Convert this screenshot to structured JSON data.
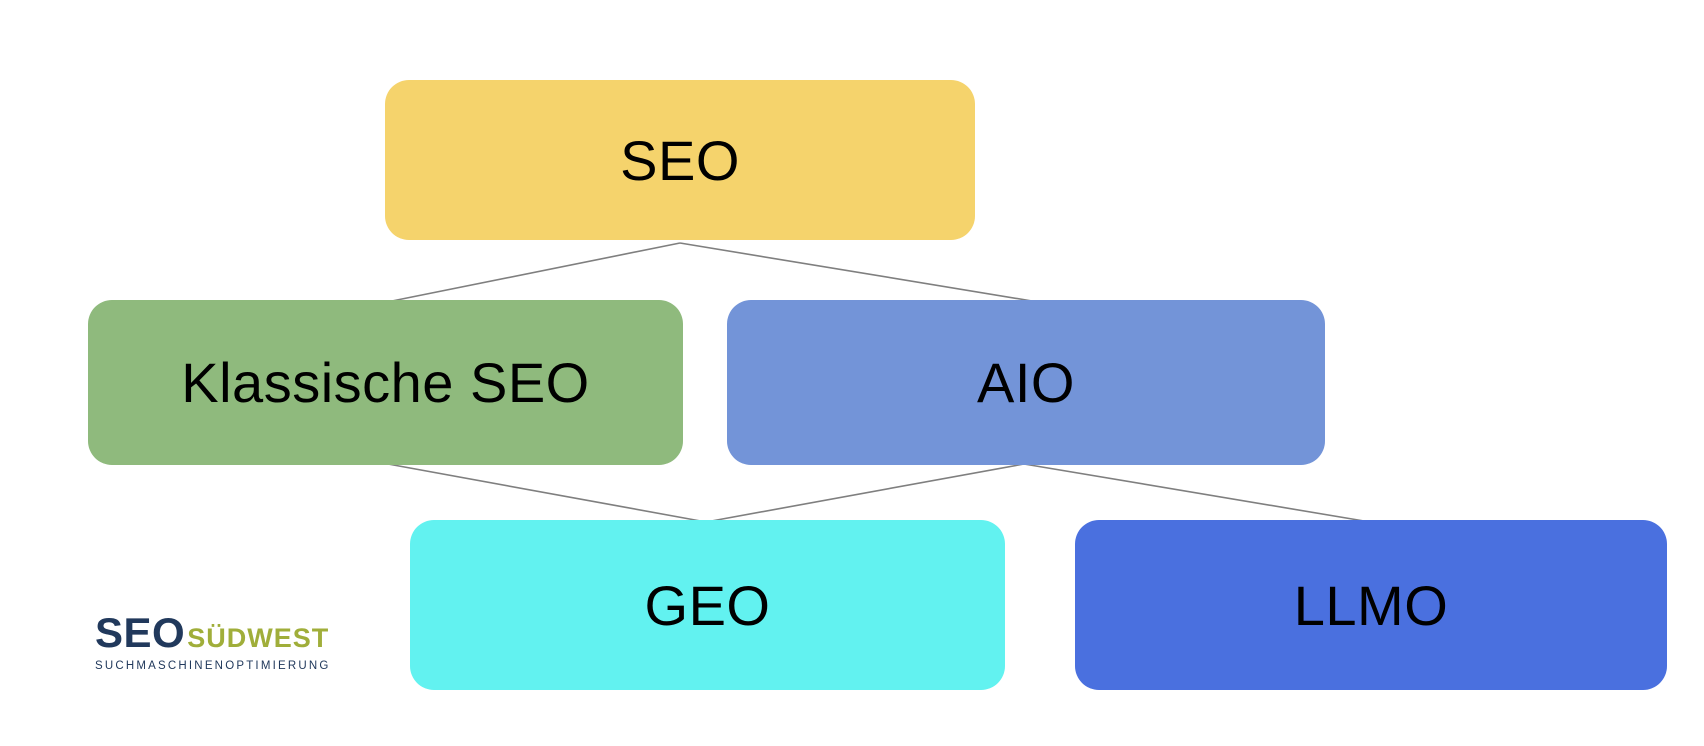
{
  "diagram": {
    "type": "hierarchy",
    "nodes": [
      {
        "id": "seo",
        "label": "SEO",
        "color": "#f5d36c",
        "level": 1
      },
      {
        "id": "klassische-seo",
        "label": "Klassische SEO",
        "color": "#8fba7d",
        "level": 2
      },
      {
        "id": "aio",
        "label": "AIO",
        "color": "#7394d8",
        "level": 2
      },
      {
        "id": "geo",
        "label": "GEO",
        "color": "#62f2f0",
        "level": 3
      },
      {
        "id": "llmo",
        "label": "LLMO",
        "color": "#4a70df",
        "level": 3
      }
    ],
    "edges": [
      {
        "from": "SEO",
        "to": "Klassische SEO"
      },
      {
        "from": "SEO",
        "to": "AIO"
      },
      {
        "from": "Klassische SEO",
        "to": "GEO"
      },
      {
        "from": "AIO",
        "to": "GEO"
      },
      {
        "from": "AIO",
        "to": "LLMO"
      }
    ],
    "edge_color": "#7f7f7f"
  },
  "logo": {
    "primary": "SEO",
    "secondary": "SÜDWEST",
    "tagline": "SUCHMASCHINENOPTIMIERUNG"
  }
}
